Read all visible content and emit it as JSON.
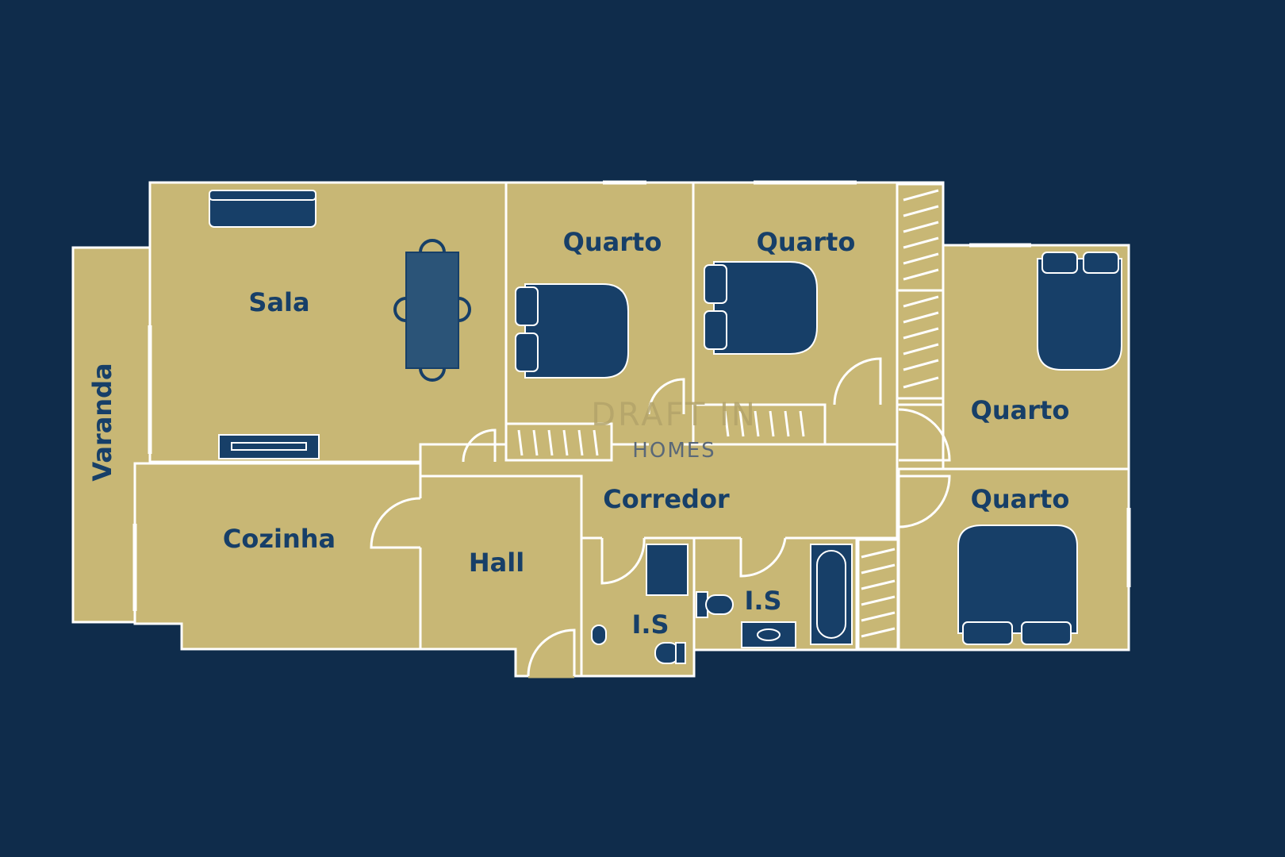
{
  "colors": {
    "background": "#0f2c4b",
    "floor": "#c8b775",
    "wall": "#ffffff",
    "furniture": "#173f68",
    "label": "#173f68"
  },
  "rooms": {
    "sala": "Sala",
    "varanda": "Varanda",
    "quarto_1": "Quarto",
    "quarto_2": "Quarto",
    "quarto_3": "Quarto",
    "quarto_4": "Quarto",
    "corredor": "Corredor",
    "cozinha": "Cozinha",
    "hall": "Hall",
    "is_1": "I.S",
    "is_2": "I.S"
  },
  "watermark": {
    "brand": "DRAFT IN",
    "sub": "HOMES"
  },
  "furniture_icons": [
    "sofa-icon",
    "dining-table-icon",
    "chair-icon",
    "tv-unit-icon",
    "bed-icon",
    "pillow-icon",
    "wardrobe-icon",
    "toilet-icon",
    "sink-icon",
    "bathtub-icon",
    "shower-icon",
    "door-swing-icon"
  ]
}
